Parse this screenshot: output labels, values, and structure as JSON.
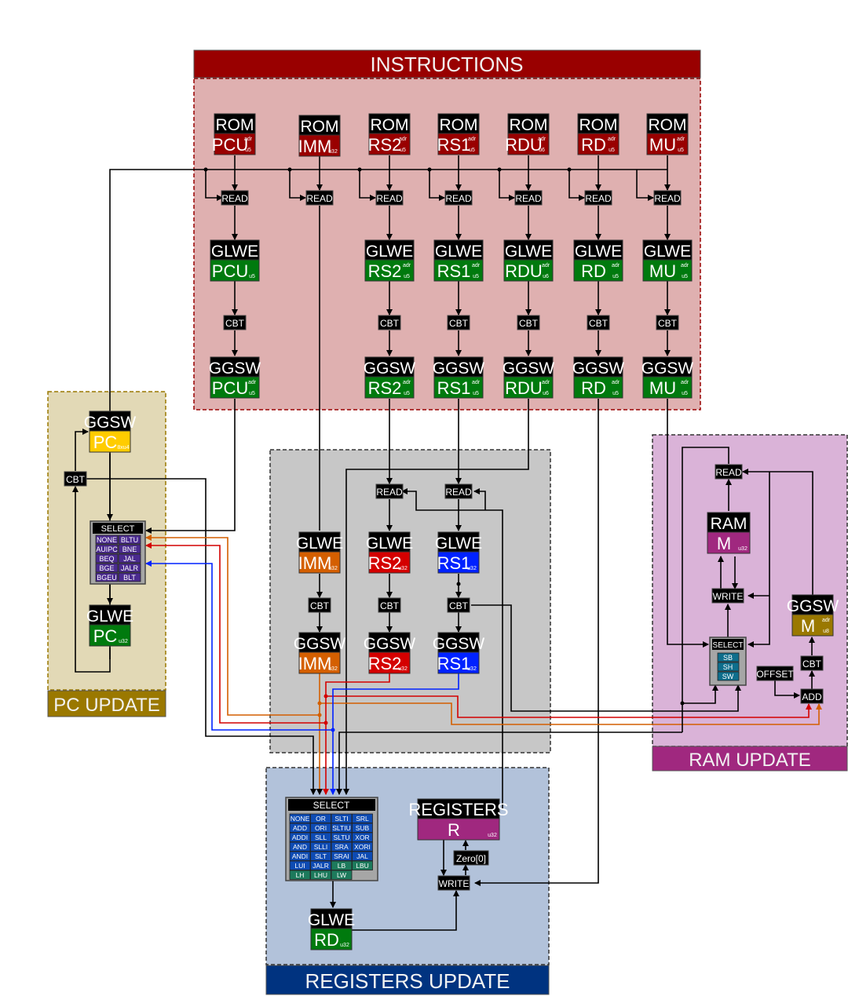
{
  "sections": {
    "instructions": {
      "title": "INSTRUCTIONS",
      "banner_color": "#990000",
      "bg_color": "#dfb0b0"
    },
    "pc_update": {
      "title": "PC UPDATE",
      "banner_color": "#9a7800",
      "bg_color": "#e2d9b6"
    },
    "middle": {
      "bg_color": "#c7c7c7"
    },
    "ram_update": {
      "title": "RAM UPDATE",
      "banner_color": "#a0287f",
      "bg_color": "#dab3d8"
    },
    "registers_update": {
      "title": "REGISTERS UPDATE",
      "banner_color": "#003380",
      "bg_color": "#b2c2da"
    }
  },
  "colors": {
    "rom": "#990000",
    "green": "#007a0e",
    "orange": "#d45f00",
    "red": "#d40000",
    "blue": "#0022ff",
    "yellow": "#ffcc00",
    "purple": "#a0287f",
    "olive": "#9a7800",
    "select_pc": "#4a2a8f",
    "select_ram": "#0e6e8c",
    "select_reg_blue": "#0e4bb3",
    "select_reg_green": "#1d7a5c"
  },
  "rom_blocks": [
    {
      "type": "ROM",
      "name": "PCU",
      "sup": "adr",
      "sub": "u5"
    },
    {
      "type": "ROM",
      "name": "IMM",
      "sup": "",
      "sub": "u32"
    },
    {
      "type": "ROM",
      "name": "RS2",
      "sup": "adr",
      "sub": "u5"
    },
    {
      "type": "ROM",
      "name": "RS1",
      "sup": "adr",
      "sub": "u5"
    },
    {
      "type": "ROM",
      "name": "RDU",
      "sup": "adr",
      "sub": "u6"
    },
    {
      "type": "ROM",
      "name": "RD",
      "sup": "adr",
      "sub": "u5"
    },
    {
      "type": "ROM",
      "name": "MU",
      "sup": "adr",
      "sub": "u5"
    }
  ],
  "glwe_instr_blocks": [
    {
      "type": "GLWE",
      "name": "PCU",
      "sup": "",
      "sub": "u5"
    },
    {
      "type": "GLWE",
      "name": "RS2",
      "sup": "adr",
      "sub": "u5"
    },
    {
      "type": "GLWE",
      "name": "RS1",
      "sup": "adr",
      "sub": "u5"
    },
    {
      "type": "GLWE",
      "name": "RDU",
      "sup": "adr",
      "sub": "u6"
    },
    {
      "type": "GLWE",
      "name": "RD",
      "sup": "adr",
      "sub": "u5"
    },
    {
      "type": "GLWE",
      "name": "MU",
      "sup": "adr",
      "sub": "u5"
    }
  ],
  "ggsw_instr_blocks": [
    {
      "type": "GGSW",
      "name": "PCU",
      "sup": "adr",
      "sub": "u5"
    },
    {
      "type": "GGSW",
      "name": "RS2",
      "sup": "adr",
      "sub": "u5"
    },
    {
      "type": "GGSW",
      "name": "RS1",
      "sup": "adr",
      "sub": "u5"
    },
    {
      "type": "GGSW",
      "name": "RDU",
      "sup": "adr",
      "sub": "u6"
    },
    {
      "type": "GGSW",
      "name": "RD",
      "sup": "adr",
      "sub": "u5"
    },
    {
      "type": "GGSW",
      "name": "MU",
      "sup": "adr",
      "sub": "u5"
    }
  ],
  "ops": {
    "read": "READ",
    "cbt": "CBT",
    "write": "WRITE",
    "select": "SELECT",
    "add": "ADD",
    "offset": "OFFSET",
    "zero": "Zero[0]"
  },
  "pc": {
    "ggsw": {
      "type": "GGSW",
      "name": "PC",
      "sub": "8xu4"
    },
    "glwe": {
      "type": "GLWE",
      "name": "PC",
      "sub": "u32"
    },
    "select_options": [
      "NONE",
      "BLTU",
      "AUIPC",
      "BNE",
      "BEQ",
      "JAL",
      "BGE",
      "JALR",
      "BGEU",
      "BLT"
    ]
  },
  "middle_blocks": {
    "glwe": [
      {
        "type": "GLWE",
        "name": "IMM",
        "sub": "u32"
      },
      {
        "type": "GLWE",
        "name": "RS2",
        "sub": "u32"
      },
      {
        "type": "GLWE",
        "name": "RS1",
        "sub": "u32"
      }
    ],
    "ggsw": [
      {
        "type": "GGSW",
        "name": "IMM",
        "sub": "u32"
      },
      {
        "type": "GGSW",
        "name": "RS2",
        "sub": "u32"
      },
      {
        "type": "GGSW",
        "name": "RS1",
        "sub": "u32"
      }
    ]
  },
  "ram": {
    "ram_block": {
      "type": "RAM",
      "name": "M",
      "sub": "u32"
    },
    "ggsw": {
      "type": "GGSW",
      "name": "M",
      "sup": "adr",
      "sub": "u8"
    },
    "select_options": [
      "SB",
      "SH",
      "SW"
    ]
  },
  "registers": {
    "reg_block": {
      "type": "REGISTERS",
      "name": "R",
      "sub": "u32"
    },
    "glwe": {
      "type": "GLWE",
      "name": "RD",
      "sub": "u32"
    },
    "select_options": [
      {
        "label": "NONE",
        "group": "alu"
      },
      {
        "label": "OR",
        "group": "alu"
      },
      {
        "label": "SLTI",
        "group": "alu"
      },
      {
        "label": "SRL",
        "group": "alu"
      },
      {
        "label": "ADD",
        "group": "alu"
      },
      {
        "label": "ORI",
        "group": "alu"
      },
      {
        "label": "SLTIU",
        "group": "alu"
      },
      {
        "label": "SUB",
        "group": "alu"
      },
      {
        "label": "ADDI",
        "group": "alu"
      },
      {
        "label": "SLL",
        "group": "alu"
      },
      {
        "label": "SLTU",
        "group": "alu"
      },
      {
        "label": "XOR",
        "group": "alu"
      },
      {
        "label": "AND",
        "group": "alu"
      },
      {
        "label": "SLLI",
        "group": "alu"
      },
      {
        "label": "SRA",
        "group": "alu"
      },
      {
        "label": "XORI",
        "group": "alu"
      },
      {
        "label": "ANDI",
        "group": "alu"
      },
      {
        "label": "SLT",
        "group": "alu"
      },
      {
        "label": "SRAI",
        "group": "alu"
      },
      {
        "label": "JAL",
        "group": "alu"
      },
      {
        "label": "LUI",
        "group": "alu"
      },
      {
        "label": "JALR",
        "group": "alu"
      },
      {
        "label": "LB",
        "group": "load"
      },
      {
        "label": "LBU",
        "group": "load"
      },
      {
        "label": "LH",
        "group": "load"
      },
      {
        "label": "LHU",
        "group": "load"
      },
      {
        "label": "LW",
        "group": "load"
      }
    ]
  }
}
